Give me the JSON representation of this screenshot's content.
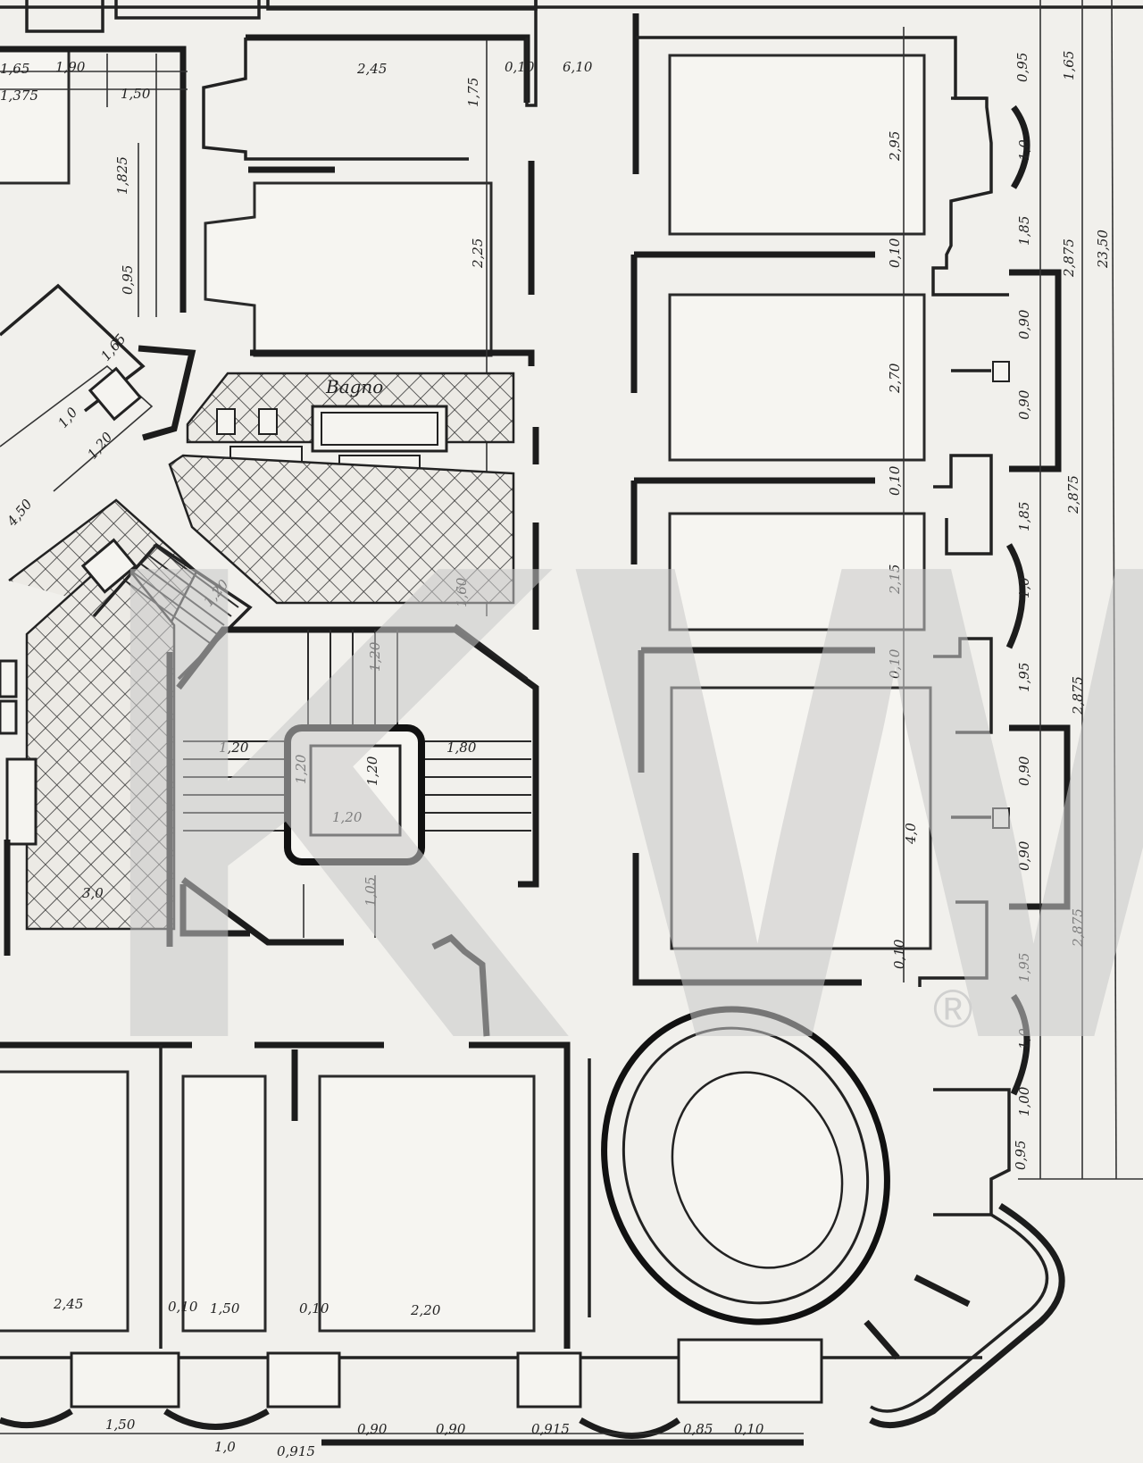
{
  "plan": {
    "room_label": "Bagno",
    "watermark": {
      "letters": "KW",
      "registered_mark": "®"
    },
    "dimensions": {
      "top_left_1": "1,65",
      "top_left_2": "1,90",
      "top_left_3": "1,375",
      "top_left_4": "1,50",
      "top_room_width": "2,45",
      "top_room_height": "1,75",
      "top_sep_a": "0,10",
      "top_sep_b": "6,10",
      "room2_height": "2,25",
      "left_vert_1": "1,825",
      "left_vert_2": "0,95",
      "right_room1_height": "2,95",
      "right_room2_height": "2,70",
      "right_room3_height": "2,15",
      "right_room4_height": "4,0",
      "right_sep_1": "0,10",
      "right_sep_2": "0,10",
      "right_sep_3": "0,10",
      "right_sep_4": "0,10",
      "edge_1": "0,95",
      "edge_2": "1,0",
      "edge_3": "1,85",
      "edge_4": "0,90",
      "edge_5": "0,90",
      "edge_6": "1,85",
      "edge_7": "1,0",
      "edge_8": "1,95",
      "edge_9": "0,90",
      "edge_10": "0,90",
      "edge_11": "1,95",
      "edge_12": "1,0",
      "edge_13": "1,00",
      "edge_14": "0,95",
      "outer_1": "1,65",
      "outer_2": "2,875",
      "outer_3": "23,50",
      "outer_4": "2,875",
      "outer_5": "2,875",
      "outer_6": "2,875",
      "stair_1": "1,20",
      "stair_2": "1,20",
      "stair_3": "1,80",
      "stair_4": "1,20",
      "stair_5": "1,05",
      "stair_6": "1,20",
      "stair_7": "1,20",
      "bottom_1": "2,45",
      "bottom_2": "0,10",
      "bottom_3": "1,50",
      "bottom_4": "0,10",
      "bottom_5": "2,20",
      "bottom_6": "1,50",
      "bottom_7": "1,0",
      "bottom_8": "0,915",
      "bottom_9": "0,90",
      "bottom_10": "0,90",
      "bottom_11": "0,915",
      "bottom_12": "0,85",
      "bottom_13": "0,10",
      "left_mid_1": "3,0",
      "left_mid_2": "1,60",
      "diag_1": "1,65",
      "diag_2": "1,0",
      "diag_3": "1,20",
      "diag_4": "4,50",
      "diag_5": "1,20"
    }
  }
}
